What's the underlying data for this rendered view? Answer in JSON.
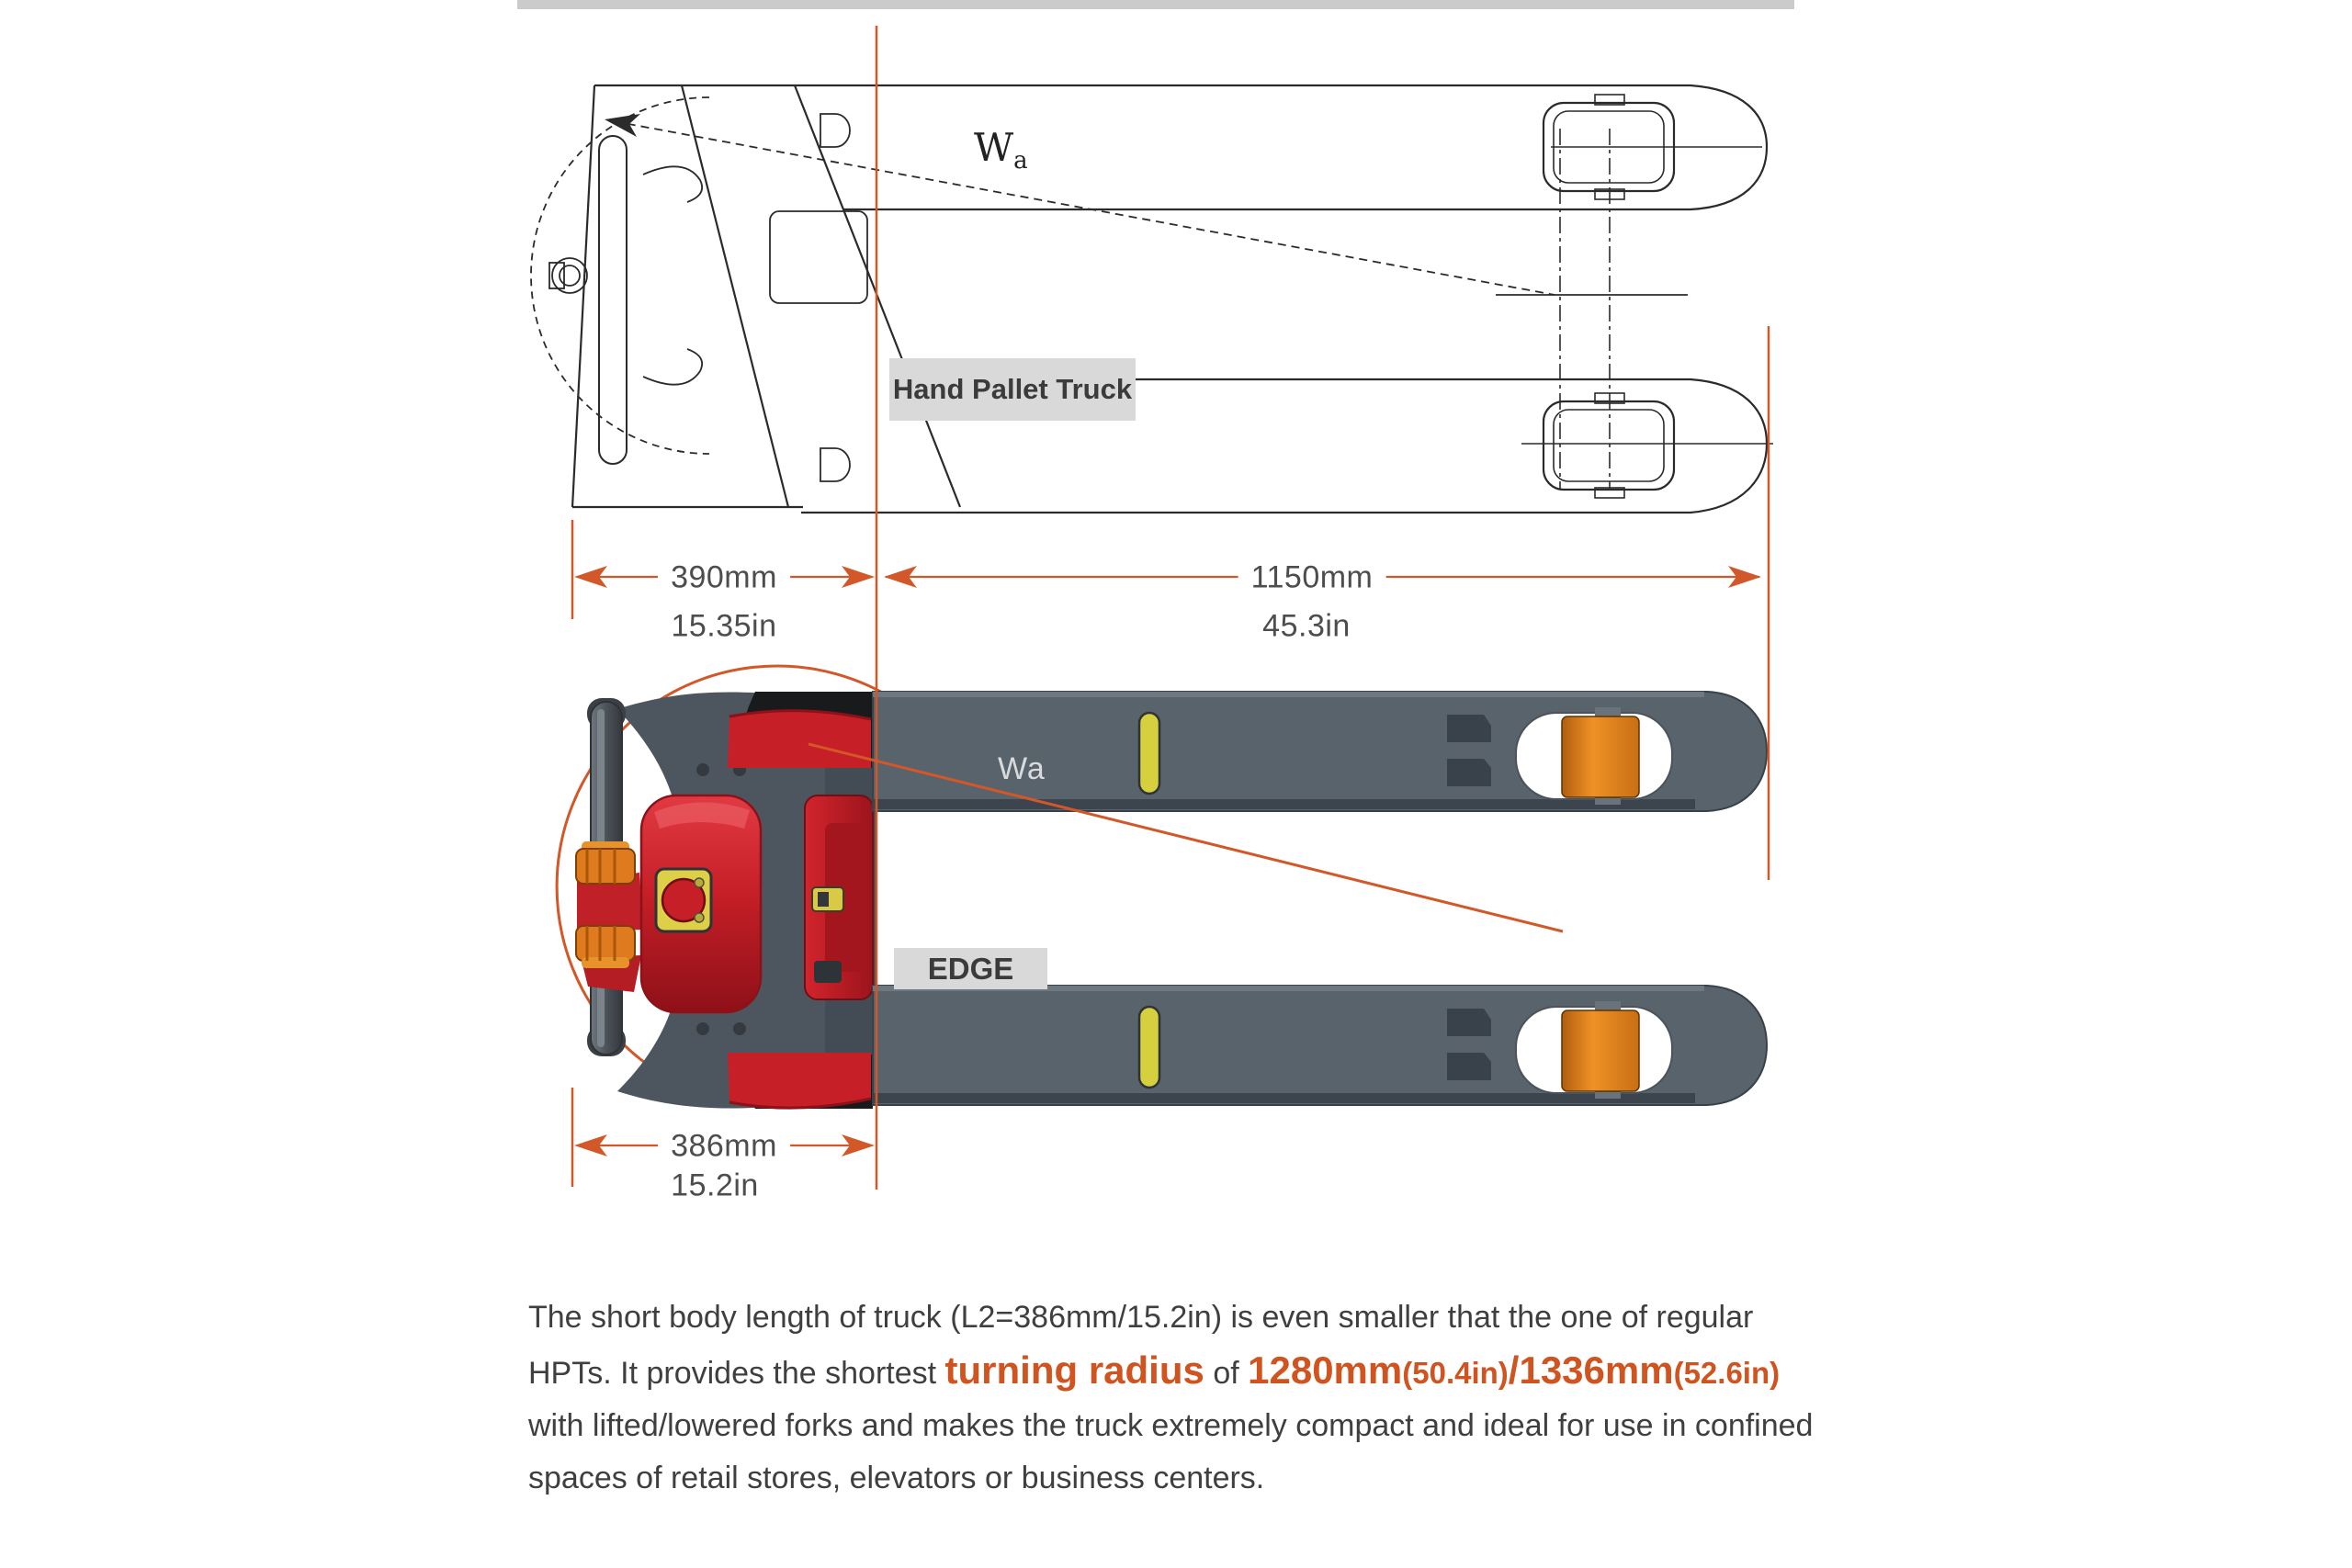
{
  "page": {
    "background": "#ffffff",
    "top_strip_color": "#cbcbcb"
  },
  "colors": {
    "accent_orange": "#d2582a",
    "drawing_stroke": "#2b2b2b",
    "label_background": "#d9d9d9",
    "label_text": "#3b3b3b",
    "dimension_text": "#4d4d4d",
    "body_text": "#3f3f3f",
    "paragraph_highlight_orange": "#cf5420",
    "truck_red": "#c61f27",
    "truck_red_dark": "#9c141c",
    "fork_gray": "#59636b",
    "fork_gray_dark": "#3c454d",
    "chassis_gray": "#4d565e",
    "roller_orange": "#e0831f",
    "clamp_orange": "#df7b1e",
    "plate_yellow": "#decf48",
    "wa_on_fork_text": "#d8dbde"
  },
  "line_drawing": {
    "label": "Hand Pallet Truck",
    "wa_main": "W",
    "wa_sub": "a"
  },
  "edge_truck": {
    "label": "EDGE",
    "wa_label": "Wa"
  },
  "dimensions": {
    "hpt_body_length": {
      "mm": "390mm",
      "inches": "15.35in"
    },
    "fork_length": {
      "mm": "1150mm",
      "inches": "45.3in"
    },
    "edge_body_length": {
      "mm": "386mm",
      "inches": "15.2in"
    }
  },
  "description": {
    "part1": "The short body length of truck (L2=386mm/15.2in) is even smaller that the one of regular HPTs. It provides the shortest ",
    "highlight_term": "turning radius",
    "part2": " of ",
    "radius1_big": "1280mm",
    "radius1_small": "(50.4in)",
    "radius2_big": "/1336mm",
    "radius2_small": "(52.6in)",
    "part3": " with lifted/lowered forks and makes the truck extremely compact and ideal for use in confined spaces of retail stores, elevators or business centers."
  }
}
